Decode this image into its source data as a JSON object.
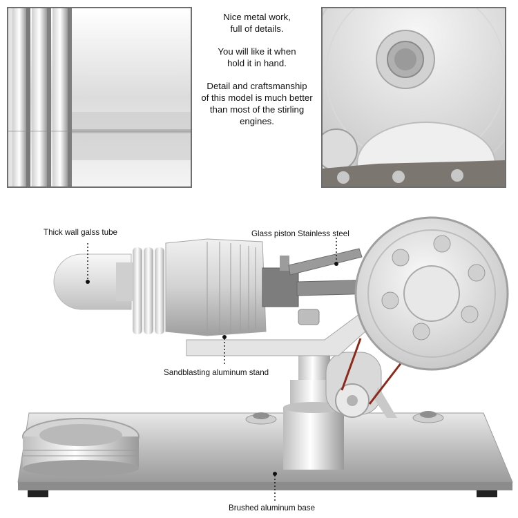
{
  "blurb": {
    "line1": "Nice metal work,\nfull of details.",
    "line2": "You will like it when\nhold it in hand.",
    "line3": "Detail and craftsmanship\nof this model is much better\nthan most of the stirling\nengines."
  },
  "callouts": {
    "tube": "Thick wall galss tube",
    "piston": "Glass piston Stainless steel",
    "stand": "Sandblasting aluminum stand",
    "base": "Brushed aluminum base"
  },
  "colors": {
    "frame": "#6e6e6e",
    "metal_light": "#f2f2f2",
    "metal_mid": "#c9c9c9",
    "metal_dark": "#8a8a8a",
    "belt": "#8b2a1a"
  }
}
